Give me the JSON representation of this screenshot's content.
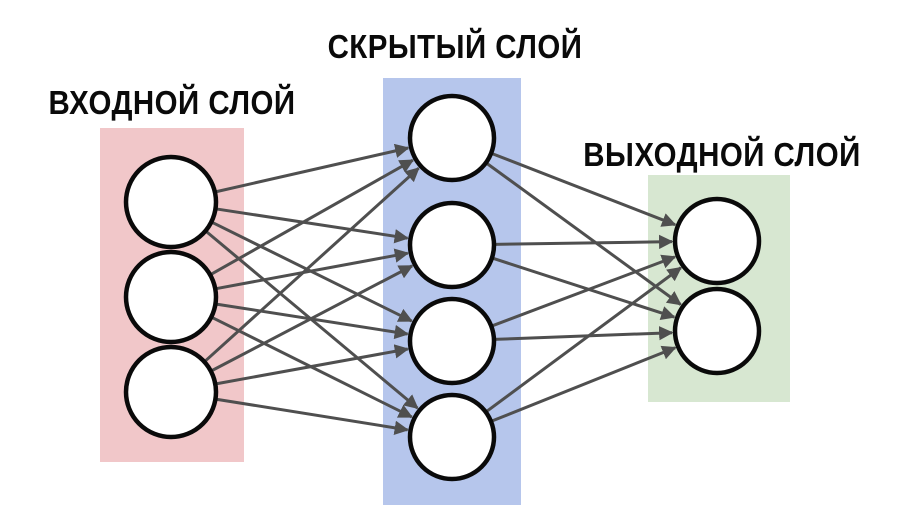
{
  "diagram": {
    "type": "neural-network",
    "layers": [
      {
        "id": "input",
        "label": "ВХОДНОЙ СЛОЙ",
        "color": "#f1c7c9",
        "neurons": 3
      },
      {
        "id": "hidden",
        "label": "СКРЫТЫЙ СЛОЙ",
        "color": "#b6c6ec",
        "neurons": 4
      },
      {
        "id": "output",
        "label": "ВЫХОДНОЙ СЛОЙ",
        "color": "#d7e7d1",
        "neurons": 2
      }
    ],
    "connections": [
      {
        "from": "input",
        "to": "hidden",
        "fully_connected": true
      },
      {
        "from": "hidden",
        "to": "output",
        "fully_connected": true
      }
    ],
    "style": {
      "node_fill": "#ffffff",
      "node_stroke": "#0a0a0a",
      "arrow_color": "#4f4f4f",
      "background": "#ffffff",
      "label_color": "#0a0a0a"
    }
  }
}
